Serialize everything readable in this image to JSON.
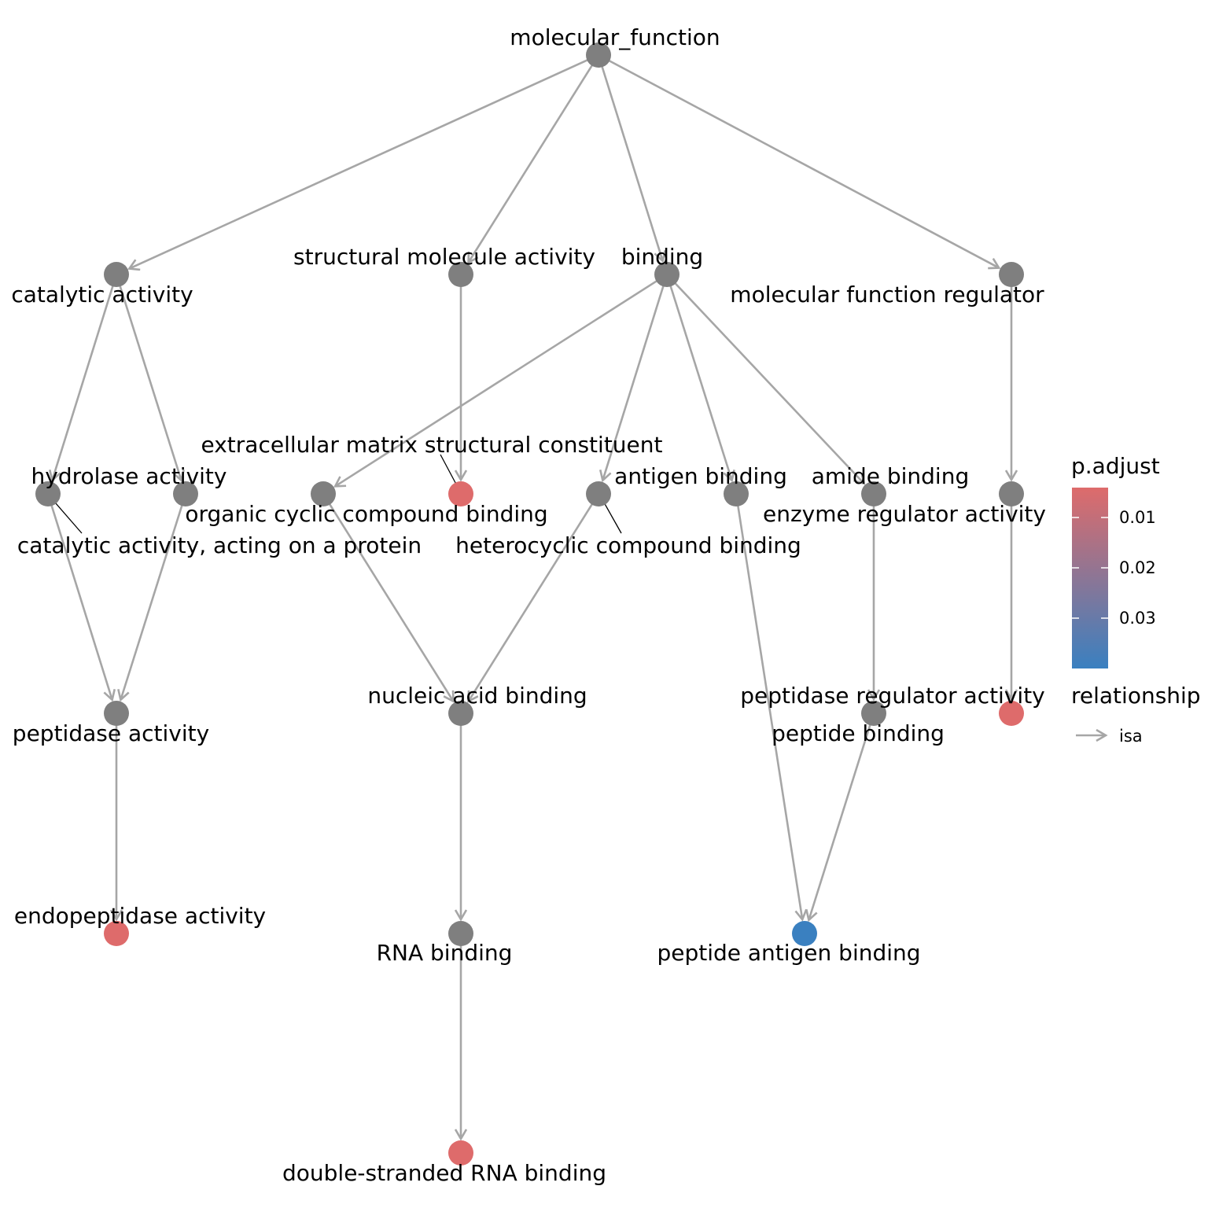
{
  "graph": {
    "nodes": [
      {
        "id": "mf",
        "label": "molecular_function",
        "color": "#7f7f7f"
      },
      {
        "id": "cat",
        "label": "catalytic activity",
        "color": "#7f7f7f"
      },
      {
        "id": "struct",
        "label": "structural molecule activity",
        "color": "#7f7f7f"
      },
      {
        "id": "bind",
        "label": "binding",
        "color": "#7f7f7f"
      },
      {
        "id": "mfr",
        "label": "molecular function regulator",
        "color": "#7f7f7f"
      },
      {
        "id": "hydro",
        "label": "hydrolase activity",
        "color": "#7f7f7f"
      },
      {
        "id": "catprot",
        "label": "catalytic activity, acting on a protein",
        "color": "#7f7f7f"
      },
      {
        "id": "orgcyc",
        "label": "organic cyclic compound binding",
        "color": "#7f7f7f"
      },
      {
        "id": "ecm",
        "label": "extracellular matrix structural constituent",
        "color": "#de6b6b"
      },
      {
        "id": "hetcyc",
        "label": "heterocyclic compound binding",
        "color": "#7f7f7f"
      },
      {
        "id": "antigen",
        "label": "antigen binding",
        "color": "#7f7f7f"
      },
      {
        "id": "amide",
        "label": "amide binding",
        "color": "#7f7f7f"
      },
      {
        "id": "enzreg",
        "label": "enzyme regulator activity",
        "color": "#7f7f7f"
      },
      {
        "id": "peptidase",
        "label": "peptidase activity",
        "color": "#7f7f7f"
      },
      {
        "id": "nucleic",
        "label": "nucleic acid binding",
        "color": "#7f7f7f"
      },
      {
        "id": "peptide",
        "label": "peptide binding",
        "color": "#7f7f7f"
      },
      {
        "id": "pepreg",
        "label": "peptidase regulator activity",
        "color": "#de6b6b"
      },
      {
        "id": "endo",
        "label": "endopeptidase activity",
        "color": "#de6b6b"
      },
      {
        "id": "rna",
        "label": "RNA binding",
        "color": "#7f7f7f"
      },
      {
        "id": "pepantigen",
        "label": "peptide antigen binding",
        "color": "#3a80c0"
      },
      {
        "id": "dsrna",
        "label": "double-stranded RNA binding",
        "color": "#de6b6b"
      }
    ],
    "edges": [
      {
        "from": "mf",
        "to": "cat"
      },
      {
        "from": "mf",
        "to": "struct"
      },
      {
        "from": "mf",
        "to": "bind"
      },
      {
        "from": "mf",
        "to": "mfr"
      },
      {
        "from": "cat",
        "to": "hydro"
      },
      {
        "from": "cat",
        "to": "catprot"
      },
      {
        "from": "struct",
        "to": "ecm"
      },
      {
        "from": "bind",
        "to": "orgcyc"
      },
      {
        "from": "bind",
        "to": "hetcyc"
      },
      {
        "from": "bind",
        "to": "antigen"
      },
      {
        "from": "bind",
        "to": "amide"
      },
      {
        "from": "mfr",
        "to": "enzreg"
      },
      {
        "from": "hydro",
        "to": "peptidase"
      },
      {
        "from": "catprot",
        "to": "peptidase"
      },
      {
        "from": "orgcyc",
        "to": "nucleic"
      },
      {
        "from": "hetcyc",
        "to": "nucleic"
      },
      {
        "from": "amide",
        "to": "peptide"
      },
      {
        "from": "enzreg",
        "to": "pepreg"
      },
      {
        "from": "peptidase",
        "to": "endo"
      },
      {
        "from": "nucleic",
        "to": "rna"
      },
      {
        "from": "antigen",
        "to": "pepantigen"
      },
      {
        "from": "peptide",
        "to": "pepantigen"
      },
      {
        "from": "rna",
        "to": "dsrna"
      }
    ],
    "edge_color": "#a6a6a6"
  },
  "legend": {
    "padjust_title": "p.adjust",
    "padjust_ticks": [
      "0.01",
      "0.02",
      "0.03"
    ],
    "gradient_colors": [
      "#de6b6b",
      "#3a80c0"
    ],
    "relationship_title": "relationship",
    "relationship_item": "isa"
  }
}
